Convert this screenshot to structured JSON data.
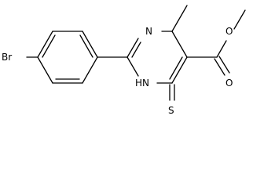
{
  "molecule": {
    "atoms": {
      "bromine": "Br",
      "ring_nitrogen_top": "N",
      "ring_nitrogen_h": "HN",
      "thione_sulfur": "S",
      "ester_ether_oxygen": "O",
      "ester_carbonyl_oxygen": "O"
    }
  },
  "colors": {
    "bond": "#000000",
    "label": "#000000",
    "background": "#ffffff"
  }
}
